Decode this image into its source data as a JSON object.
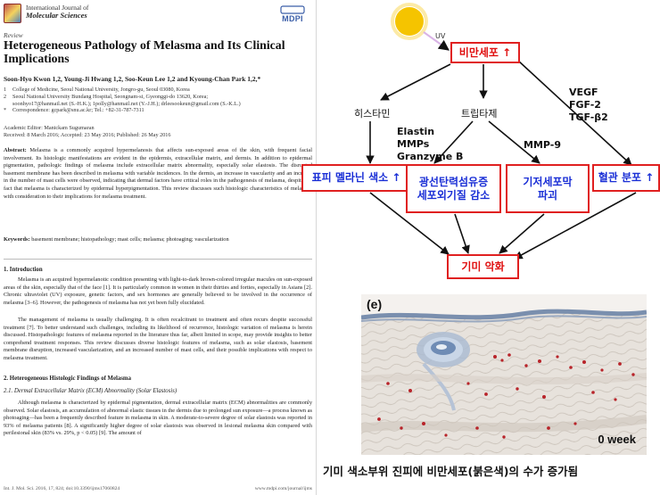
{
  "paper": {
    "journal_line1": "International Journal of",
    "journal_line2": "Molecular Sciences",
    "publisher": "MDPI",
    "article_type": "Review",
    "title": "Heterogeneous Pathology of Melasma and Its Clinical Implications",
    "authors": "Soon-Hyo Kwon 1,2, Young-Ji Hwang 1,2, Soo-Keun Lee 1,2 and Kyoung-Chan Park 1,2,*",
    "affiliations": [
      {
        "mark": "1",
        "text": "College of Medicine, Seoul National University, Jongro-gu, Seoul 03080, Korea"
      },
      {
        "mark": "2",
        "text": "Seoul National University Bundang Hospital, Seongnam-si, Gyeonggi-do 13620, Korea;"
      },
      {
        "mark": "",
        "text": "soonhyo17@hanmail.net (S.-H.K.); 1polly@hanmail.net (Y.-J.H.); drleesookeun@gmail.com (S.-K.L.)"
      },
      {
        "mark": "*",
        "text": "Correspondence: gcpark@snu.ac.kr; Tel.: +82-31-787-7311"
      }
    ],
    "editor": "Academic Editor: Manickam Sugumaran",
    "dates": "Received: 8 March 2016; Accepted: 23 May 2016; Published: 26 May 2016",
    "abstract_label": "Abstract:",
    "abstract": "Melasma is a commonly acquired hypermelanosis that affects sun-exposed areas of the skin, with frequent facial involvement. Its histologic manifestations are evident in the epidermis, extracellular matrix, and dermis. In addition to epidermal pigmentation, pathologic findings of melasma include extracellular matrix abnormality, especially solar elastosis. The disrupted basement membrane has been described in melasma with variable incidences. In the dermis, an increase in vascularity and an increase in the number of mast cells were observed, indicating that dermal factors have critical roles in the pathogenesis of melasma, despite the fact that melasma is characterized by epidermal hyperpigmentation. This review discusses such histologic characteristics of melasma, with consideration to their implications for melasma treatment.",
    "keywords_label": "Keywords:",
    "keywords": "basement membrane; histopathology; mast cells; melasma; photoaging; vascularization",
    "sec1_heading": "1. Introduction",
    "sec1_p1": "Melasma is an acquired hypermelanotic condition presenting with light-to-dark brown-colored irregular macules on sun-exposed areas of the skin, especially that of the face [1]. It is particularly common in women in their thirties and forties, especially in Asians [2]. Chronic ultraviolet (UV) exposure, genetic factors, and sex hormones are generally believed to be involved in the occurrence of melasma [3–6]. However, the pathogenesis of melasma has not yet been fully elucidated.",
    "sec1_p2": "The management of melasma is usually challenging. It is often recalcitrant to treatment and often recurs despite successful treatment [7]. To better understand such challenges, including its likelihood of recurrence, histologic variation of melasma is herein discussed. Histopathologic features of melasma reported in the literature thus far, albeit limited in scope, may provide insights to better comprehend treatment responses. This review discusses diverse histologic features of melasma, such as solar elastosis, basement membrane disruption, increased vascularization, and an increased number of mast cells, and their possible implications with respect to melasma treatment.",
    "sec2_heading": "2. Heterogeneous Histologic Findings of Melasma",
    "sec21_heading": "2.1. Dermal Extracellular Matrix (ECM) Abnormality (Solar Elastosis)",
    "sec21_p1": "Although melasma is characterized by epidermal pigmentation, dermal extracellular matrix (ECM) abnormalities are commonly observed. Solar elastosis, an accumulation of abnormal elastic tissues in the dermis due to prolonged sun exposure—a process known as photoaging—has been a frequently described feature in melasma in skin. A moderate-to-severe degree of solar elastosis was reported in 93% of melasma patients [8]. A significantly higher degree of solar elastosis was observed in lesional melasma skin compared with perilesional skin (83% vs. 29%, p < 0.05) [9]. The amount of",
    "footer_left": "Int. J. Mol. Sci. 2016, 17, 824; doi:10.3390/ijms17060824",
    "footer_right": "www.mdpi.com/journal/ijms"
  },
  "diagram": {
    "uv_label": "UV",
    "mast_cell_box": "비만세포 ↑",
    "histamine": "히스타민",
    "tryptase": "트립타제",
    "growth_factors": [
      "VEGF",
      "FGF-2",
      "TGF-β2"
    ],
    "elastin_mmps": [
      "Elastin",
      "MMPs",
      "Granzyme B"
    ],
    "mmp9": "MMP-9",
    "epidermal_melanin_box": "표피 멜라닌 색소 ↑",
    "elastosis_box_line1": "광선탄력섬유증",
    "elastosis_box_line2": "세포외기질 감소",
    "basement_box_line1": "기저세포막",
    "basement_box_line2": "파괴",
    "vascular_box": "혈관 분포 ↑",
    "worsening_box": "기미 악화",
    "colors": {
      "box_border": "#e02020",
      "red_text": "#e01010",
      "blue_text": "#1a2fd6",
      "sun": "#f5c400"
    }
  },
  "micrograph": {
    "panel_letter": "(e)",
    "timepoint": "0 week"
  },
  "caption": "기미 색소부위 진피에 비만세포(붉은색)의 수가 증가됨"
}
